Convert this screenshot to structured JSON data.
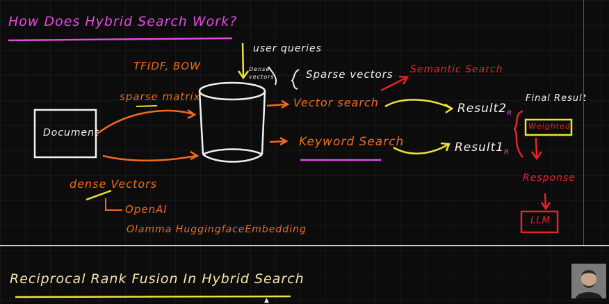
{
  "title": "How Does Hybrid Search Work?",
  "labels": {
    "tfidf": "TFIDF, BOW",
    "user_queries": "user queries",
    "dense_vectors_small": "Dense vectors",
    "sparse_vectors": "Sparse vectors",
    "semantic_search": "Semantic Search",
    "sparse_matrix": "sparse matrix",
    "document": "Document",
    "vector_search": "Vector search",
    "keyword_search": "Keyword Search",
    "result2_main": "Result2",
    "result2_sub": "R",
    "result1_main": "Result1",
    "result1_sub": "R",
    "final_result": "Final Result",
    "weighted": "Weighted",
    "response": "Response",
    "llm": "LLM",
    "dense_vectors": "dense Vectors",
    "openai": "OpenAI",
    "embeddings": "Olamma  HuggingfaceEmbedding"
  },
  "footer": {
    "title": "Reciprocal Rank Fusion In Hybrid Search"
  },
  "colors": {
    "pink": "#e14ce0",
    "orange": "#f26a1e",
    "yellow": "#f0e23c",
    "white": "#f2f2f2",
    "red": "#e8222a"
  }
}
